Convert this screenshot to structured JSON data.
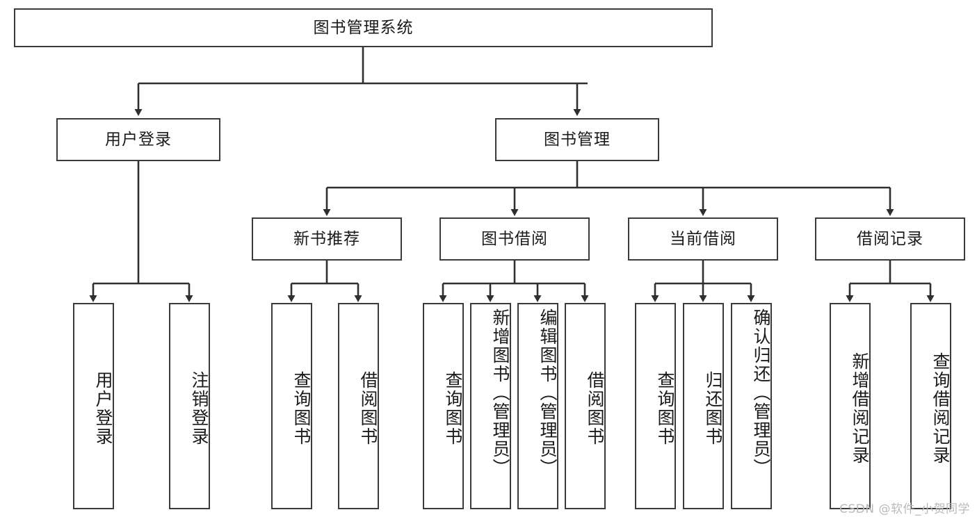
{
  "diagram": {
    "title": "图书管理系统",
    "type": "hierarchy-tree",
    "watermark": "CSDN @软件_小贺同学",
    "colors": {
      "box_border": "#3b3b3b",
      "box_fill": "#ffffff",
      "connector": "#2f2f2f",
      "text": "#1a1a1a",
      "watermark": "#b9b9b9"
    },
    "root": {
      "label": "图书管理系统"
    },
    "level2": [
      {
        "label": "用户登录"
      },
      {
        "label": "图书管理"
      }
    ],
    "level3": [
      {
        "label": "新书推荐"
      },
      {
        "label": "图书借阅"
      },
      {
        "label": "当前借阅"
      },
      {
        "label": "借阅记录"
      }
    ],
    "leaves": {
      "user_login": [
        {
          "label": "用户登录"
        },
        {
          "label": "注销登录"
        }
      ],
      "new_book": [
        {
          "label": "查询图书"
        },
        {
          "label": "借阅图书"
        }
      ],
      "book_borrow": [
        {
          "label": "查询图书"
        },
        {
          "label": "新增图书（管理员）"
        },
        {
          "label": "编辑图书（管理员）"
        },
        {
          "label": "借阅图书"
        }
      ],
      "current_borrow": [
        {
          "label": "查询图书"
        },
        {
          "label": "归还图书"
        },
        {
          "label": "确认归还（管理员）"
        }
      ],
      "borrow_record": [
        {
          "label": "新增借阅记录"
        },
        {
          "label": "查询借阅记录"
        }
      ]
    }
  }
}
